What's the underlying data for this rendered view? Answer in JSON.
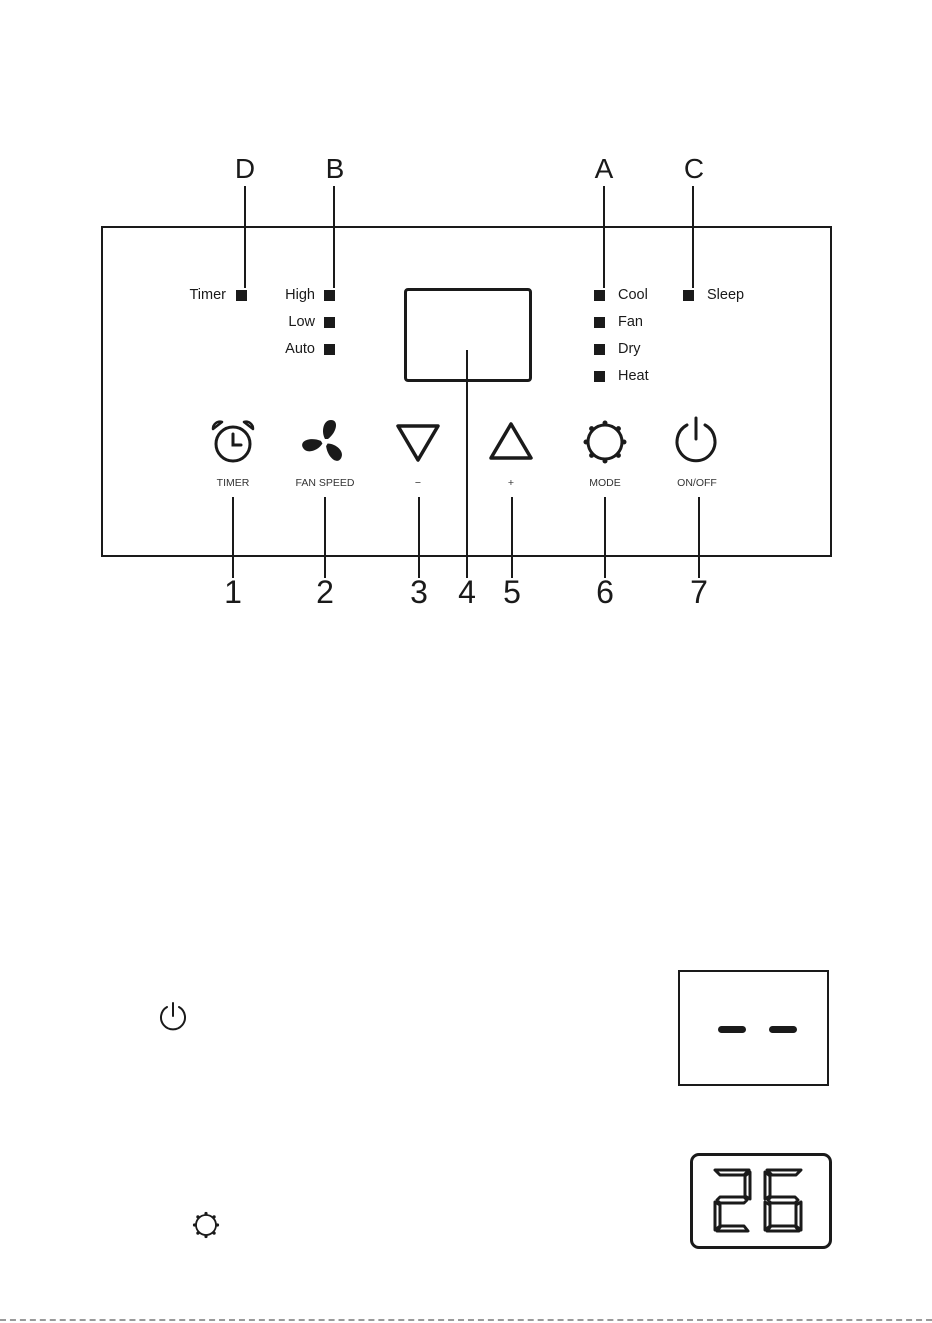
{
  "diagram": {
    "letter_labels": {
      "D": "D",
      "B": "B",
      "A": "A",
      "C": "C"
    },
    "timer_indicator": "Timer",
    "fan_indicators": [
      "High",
      "Low",
      "Auto"
    ],
    "mode_indicators": [
      "Cool",
      "Fan",
      "Dry",
      "Heat"
    ],
    "sleep_indicator": "Sleep",
    "buttons": [
      {
        "icon": "alarm-clock-icon",
        "label": "TIMER",
        "number": "1"
      },
      {
        "icon": "fan-icon",
        "label": "FAN SPEED",
        "number": "2"
      },
      {
        "icon": "down-triangle-icon",
        "label": "−",
        "number": "3"
      },
      {
        "icon": "up-triangle-icon",
        "label": "+",
        "number": "5"
      },
      {
        "icon": "mode-sun-icon",
        "label": "MODE",
        "number": "6"
      },
      {
        "icon": "power-icon",
        "label": "ON/OFF",
        "number": "7"
      }
    ],
    "display_number": "4"
  },
  "inline_icons": {
    "power": "power-icon",
    "mode": "mode-sun-icon"
  },
  "display_examples": {
    "standby": "- -",
    "temperature": "26"
  }
}
